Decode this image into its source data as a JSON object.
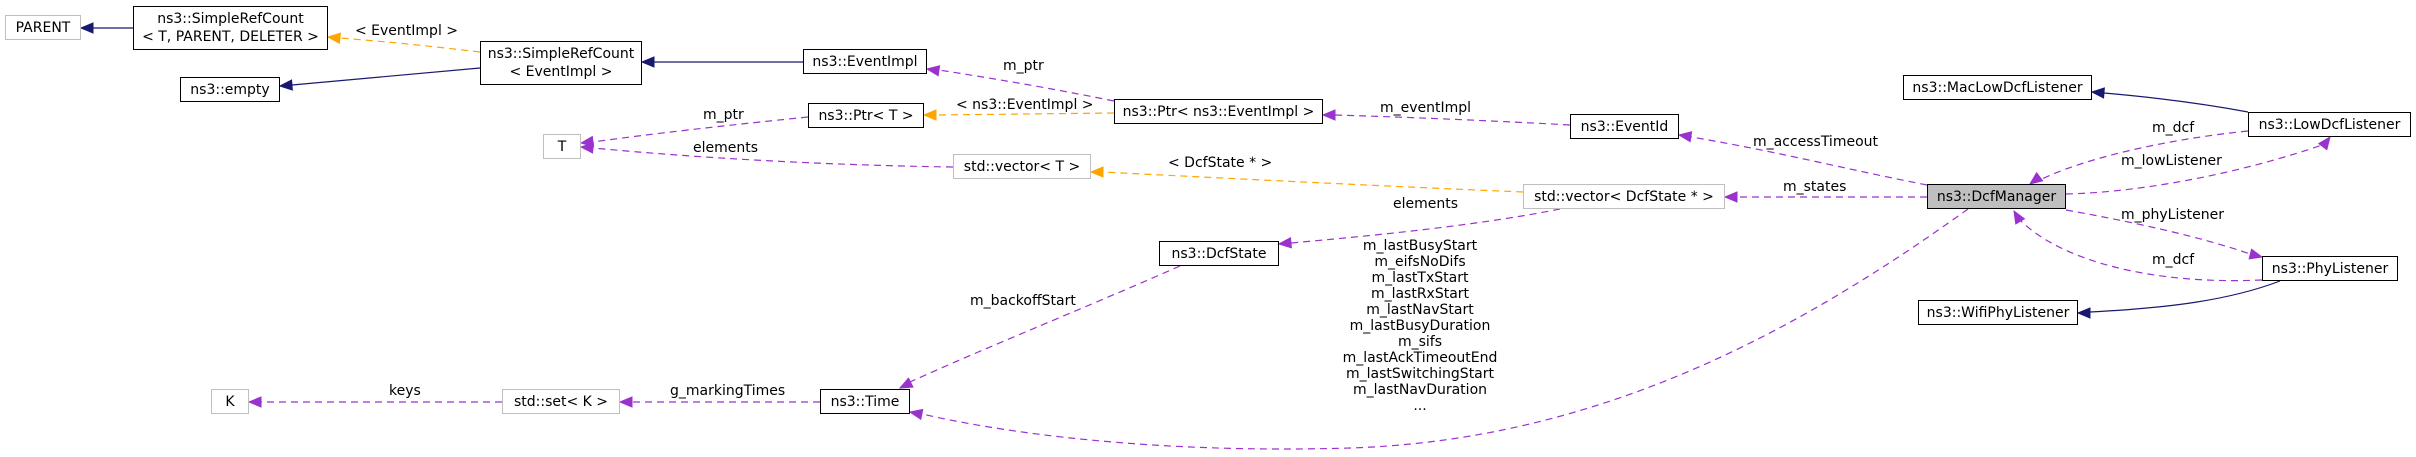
{
  "nodes": {
    "parent": "PARENT",
    "simple_ref_count_template": [
      "ns3::SimpleRefCount",
      "< T, PARENT, DELETER >"
    ],
    "empty": "ns3::empty",
    "simple_ref_count_eventimpl": [
      "ns3::SimpleRefCount",
      "< EventImpl >"
    ],
    "event_impl": "ns3::EventImpl",
    "ptr_t": "ns3::Ptr< T >",
    "t": "T",
    "vector_t": "std::vector< T >",
    "ptr_eventimpl": "ns3::Ptr< ns3::EventImpl >",
    "event_id": "ns3::EventId",
    "vector_dcfstate": "std::vector< DcfState * >",
    "dcf_state": "ns3::DcfState",
    "k": "K",
    "set_k": "std::set< K >",
    "time": "ns3::Time",
    "dcf_manager": "ns3::DcfManager",
    "mac_low_dcf_listener": "ns3::MacLowDcfListener",
    "low_dcf_listener": "ns3::LowDcfListener",
    "wifi_phy_listener": "ns3::WifiPhyListener",
    "phy_listener": "ns3::PhyListener"
  },
  "edge_labels": {
    "event_impl_template": "< EventImpl >",
    "m_ptr_ptr_t": "m_ptr",
    "m_ptr_event_impl": "m_ptr",
    "event_impl_ptr_template": "< ns3::EventImpl >",
    "elements_vector_t": "elements",
    "dcfstate_template": "< DcfState * >",
    "m_event_impl": "m_eventImpl",
    "m_access_timeout": "m_accessTimeout",
    "m_states": "m_states",
    "elements_dcfstate": "elements",
    "m_backoff_start": "m_backoffStart",
    "keys": "keys",
    "g_marking_times": "g_markingTimes",
    "time_members": [
      "m_lastBusyStart",
      "m_eifsNoDifs",
      "m_lastTxStart",
      "m_lastRxStart",
      "m_lastNavStart",
      "m_lastBusyDuration",
      "m_sifs",
      "m_lastAckTimeoutEnd",
      "m_lastSwitchingStart",
      "m_lastNavDuration",
      "..."
    ],
    "m_dcf_low": "m_dcf",
    "m_low_listener": "m_lowListener",
    "m_phy_listener": "m_phyListener",
    "m_dcf_phy": "m_dcf"
  },
  "colors": {
    "inheritance": "#191970",
    "usage": "#9a32cd",
    "template": "#ffa500",
    "ghost_border": "#bfbfbf",
    "focus_fill": "#bfbfbf"
  }
}
